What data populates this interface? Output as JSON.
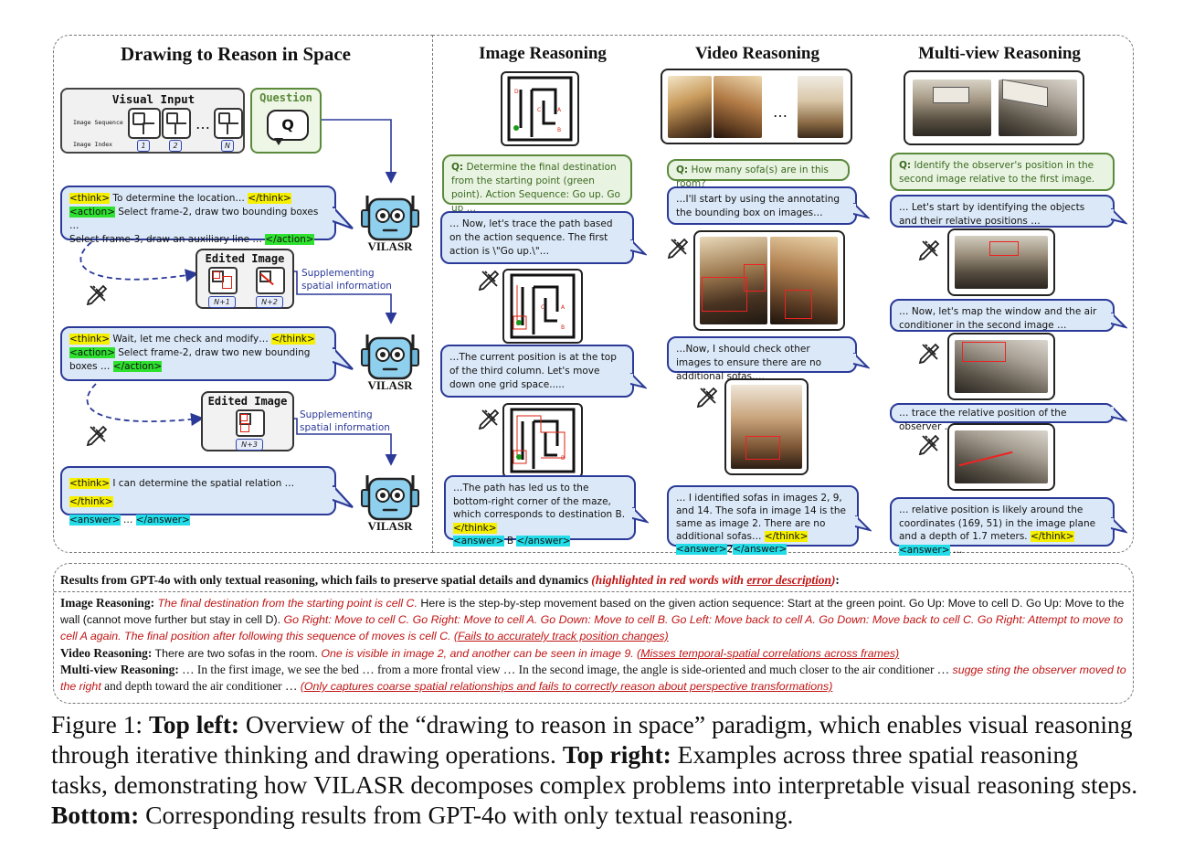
{
  "left_panel": {
    "title": "Drawing to Reason in Space",
    "visual_input": {
      "title": "Visual Input",
      "row1_label": "Image Sequence",
      "row2_label": "Image Index",
      "ellipsis": "…",
      "index_1": "1",
      "index_2": "2",
      "index_n": "N"
    },
    "question": {
      "title": "Question",
      "glyph": "Q"
    },
    "bubble1": {
      "think_open": "<think>",
      "think_text": " To determine the location… ",
      "think_close": "</think>",
      "action_open": "<action>",
      "action_text1": " Select frame-2, draw two bounding boxes …",
      "action_text2": "Select frame-3, draw an auxiliary line … ",
      "action_close": "</action>"
    },
    "robot_label": "VILASR",
    "edited1": {
      "title": "Edited Image",
      "tag1": "N+1",
      "tag2": "N+2"
    },
    "supp1": "Supplementing",
    "supp2": "spatial information",
    "bubble2": {
      "think_open": "<think>",
      "think_text": " Wait, let me check and modify… ",
      "think_close": "</think>",
      "action_open": "<action>",
      "action_text1": " Select frame-2, draw two new bounding",
      "action_text2": "boxes … ",
      "action_close": "</action>"
    },
    "edited2": {
      "title": "Edited Image",
      "tag1": "N+3"
    },
    "bubble3": {
      "think_open": "<think>",
      "think_text": " I can determine the spatial relation … ",
      "think_close": "</think>",
      "answer_open": "<answer>",
      "answer_text": " … ",
      "answer_close": "</answer>"
    }
  },
  "image_reasoning": {
    "title": "Image Reasoning",
    "q_prefix": "Q:",
    "q_text": " Determine the final destination from the starting point (green point). Action Sequence: Go up. Go up …",
    "b1": "… Now, let's trace the path based on the action sequence. The first action is \\\"Go up.\\\"…",
    "b2": "…The current position is at the top of the third column. Let's move down one grid space.....",
    "b3_text": "…The path has led us to the bottom-right corner of the maze, which corresponds to destination B. ",
    "b3_think": "</think>",
    "b3_answer_open": "<answer>",
    "b3_answer": " B ",
    "b3_answer_close": "</answer>",
    "maze_labels": {
      "d": "D",
      "c": "C",
      "a": "A",
      "b": "B"
    }
  },
  "video_reasoning": {
    "title": "Video Reasoning",
    "q_prefix": "Q:",
    "q_text": " How many sofa(s) are in this room?",
    "ellipsis": "…",
    "b1": "…I'll start by using the annotating the bounding box on images…",
    "b2": "…Now, I should check other images to ensure there are no additional sofas….",
    "b3_text": "… I identified sofas in images 2, 9, and 14. The sofa in image 14 is the same as image 2. There are no additional sofas… ",
    "b3_think": "</think>",
    "b3_answer_open": "<answer>",
    "b3_answer": "2",
    "b3_answer_close": "</answer>"
  },
  "multiview_reasoning": {
    "title": "Multi-view Reasoning",
    "q_prefix": "Q:",
    "q_text": " Identify the observer's position in the second image relative to the first image.",
    "b1": "… Let's start by identifying the objects and their relative positions …",
    "b2": "… Now, let's map the window and the air conditioner in the second image …",
    "b3": "… trace the relative position of the observer …",
    "b4_text": "… relative position is likely around the coordinates (169, 51) in the image plane and a depth of 1.7 meters. ",
    "b4_think": "</think>",
    "b4_answer_open": "<answer>",
    "b4_tail": " …"
  },
  "gpt_box": {
    "header_bold": "Results from GPT-4o with only textual reasoning, which fails to preserve spatial details and dynamics ",
    "header_red1": "(highlighted in red words with ",
    "header_red_u": "error description",
    "header_red2": ")",
    "header_colon": ":",
    "img_label": "Image Reasoning:",
    "img_red1": " The final destination from the starting point is cell C.",
    "img_text1": " Here is the step-by-step movement based on the given action sequence: Start at the green point. Go Up: Move to cell D. Go Up: Move to the wall (cannot move further but stay in cell D).",
    "img_red2": " Go Right: Move to cell C. Go Right: Move to cell A. Go Down: Move to cell B. Go Left: Move back to cell A. Go Down: Move back to cell C. Go Right: Attempt to move to cell A again. The final position after following this sequence of moves is cell C.",
    "img_err": "(Fails to accurately track position changes)",
    "vid_label": "Video Reasoning:",
    "vid_text": " There are two sofas in the room.",
    "vid_red": " One is visible in image 2, and another can be seen in image 9.",
    "vid_err": "(Misses temporal-spatial correlations across frames)",
    "mv_label": "Multi-view Reasoning:",
    "mv_text1": " … In the first image, we see the bed … from a more frontal view … In the second image, the angle is side-oriented and much closer to the air conditioner … ",
    "mv_red": "sugge sting the observer moved to the right",
    "mv_text2": " and depth toward the air conditioner … ",
    "mv_err": "(Only captures coarse spatial relationships and fails to correctly reason about perspective transformations)"
  },
  "caption": {
    "prefix": "Figure 1: ",
    "tl_bold": "Top left:",
    "tl_text": " Overview of the “drawing to reason in space” paradigm, which enables visual reasoning through iterative thinking and drawing operations. ",
    "tr_bold": "Top right:",
    "tr_text1": " Examples across three spatial reasoning tasks, demonstrating how ",
    "tr_name": "VILASR",
    "tr_text2": " decomposes complex problems into interpretable visual reasoning steps. ",
    "b_bold": "Bottom:",
    "b_text": " Corresponding results from GPT-4o with only textual reasoning."
  },
  "colors": {
    "bubble_bg": "#dbe8f7",
    "bubble_border": "#2b3a98",
    "question_green": "#5b8a3b",
    "error_red": "#c01414"
  },
  "icons": [
    "pencil-ruler-icon",
    "robot-icon",
    "question-icon"
  ]
}
